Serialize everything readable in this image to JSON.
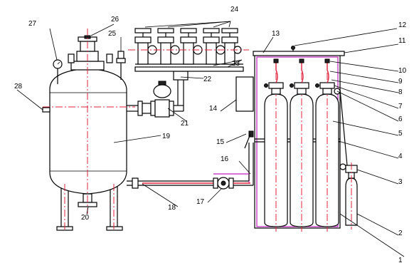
{
  "diagram": {
    "labels": [
      "1",
      "2",
      "3",
      "4",
      "5",
      "6",
      "7",
      "8",
      "9",
      "10",
      "11",
      "12",
      "13",
      "14",
      "15",
      "16",
      "17",
      "18",
      "19",
      "20",
      "21",
      "22",
      "23",
      "24",
      "25",
      "26",
      "27",
      "28"
    ]
  },
  "colors": {
    "line": "#000000",
    "centerline": "#e0203a",
    "frame_accent": "#c020c0",
    "background": "#ffffff"
  }
}
